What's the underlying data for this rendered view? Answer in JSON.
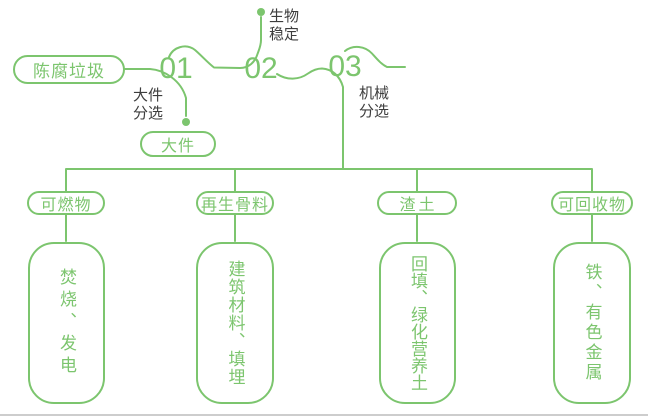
{
  "palette": {
    "green": "#7cc56e",
    "label_dark": "#3d3d3d",
    "divider_gray": "#cdcdcd"
  },
  "flow": {
    "source": {
      "label": "陈腐垃圾"
    },
    "steps": [
      {
        "number": "01",
        "label": "大件分选",
        "output": "大件"
      },
      {
        "number": "02",
        "label": "生物稳定"
      },
      {
        "number": "03",
        "label": "机械分选"
      }
    ]
  },
  "outputs": [
    {
      "category": "可燃物",
      "result": "焚烧、发电"
    },
    {
      "category": "再生骨料",
      "result": "建筑材料、填埋"
    },
    {
      "category": "渣土",
      "result": "回填、绿化营养土"
    },
    {
      "category": "可回收物",
      "result": "铁、有色金属"
    }
  ]
}
